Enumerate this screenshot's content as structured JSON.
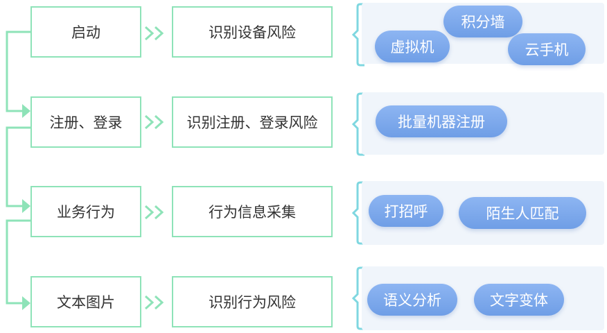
{
  "rows": [
    {
      "stage": "启动",
      "risk": "识别设备风险",
      "tags": [
        "积分墙",
        "虚拟机",
        "云手机"
      ]
    },
    {
      "stage": "注册、登录",
      "risk": "识别注册、登录风险",
      "tags": [
        "批量机器注册"
      ]
    },
    {
      "stage": "业务行为",
      "risk": "行为信息采集",
      "tags": [
        "打招呼",
        "陌生人匹配"
      ]
    },
    {
      "stage": "文本图片",
      "risk": "识别行为风险",
      "tags": [
        "语义分析",
        "文字变体"
      ]
    }
  ],
  "colors": {
    "green": "#8ee3b8",
    "brace": "#7fd7e0",
    "pill": "#7aa8ec",
    "panel": "#f0f5fb"
  }
}
